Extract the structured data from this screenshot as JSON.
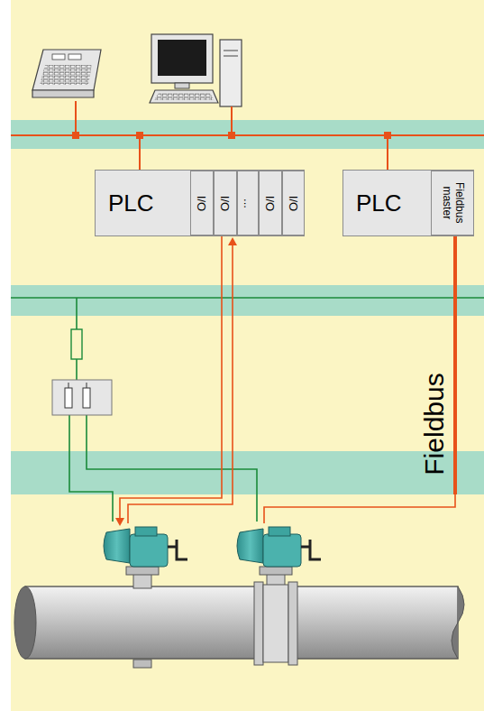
{
  "diagram": {
    "nodes": [
      {
        "text": [
          "PLC"
        ]
      },
      {
        "text": [
          "I/O"
        ],
        "in": 0
      },
      {
        "text": [
          "I/O"
        ],
        "in": 0
      },
      {
        "text": [
          "..."
        ],
        "in": 0
      },
      {
        "text": [
          "I/O"
        ],
        "in": 0
      },
      {
        "text": [
          "I/O"
        ],
        "in": 0
      },
      {
        "text": [
          "PLC"
        ]
      },
      {
        "text": [
          "Fieldbus master"
        ],
        "in": 6
      }
    ],
    "labels": [
      "Fieldbus"
    ]
  }
}
